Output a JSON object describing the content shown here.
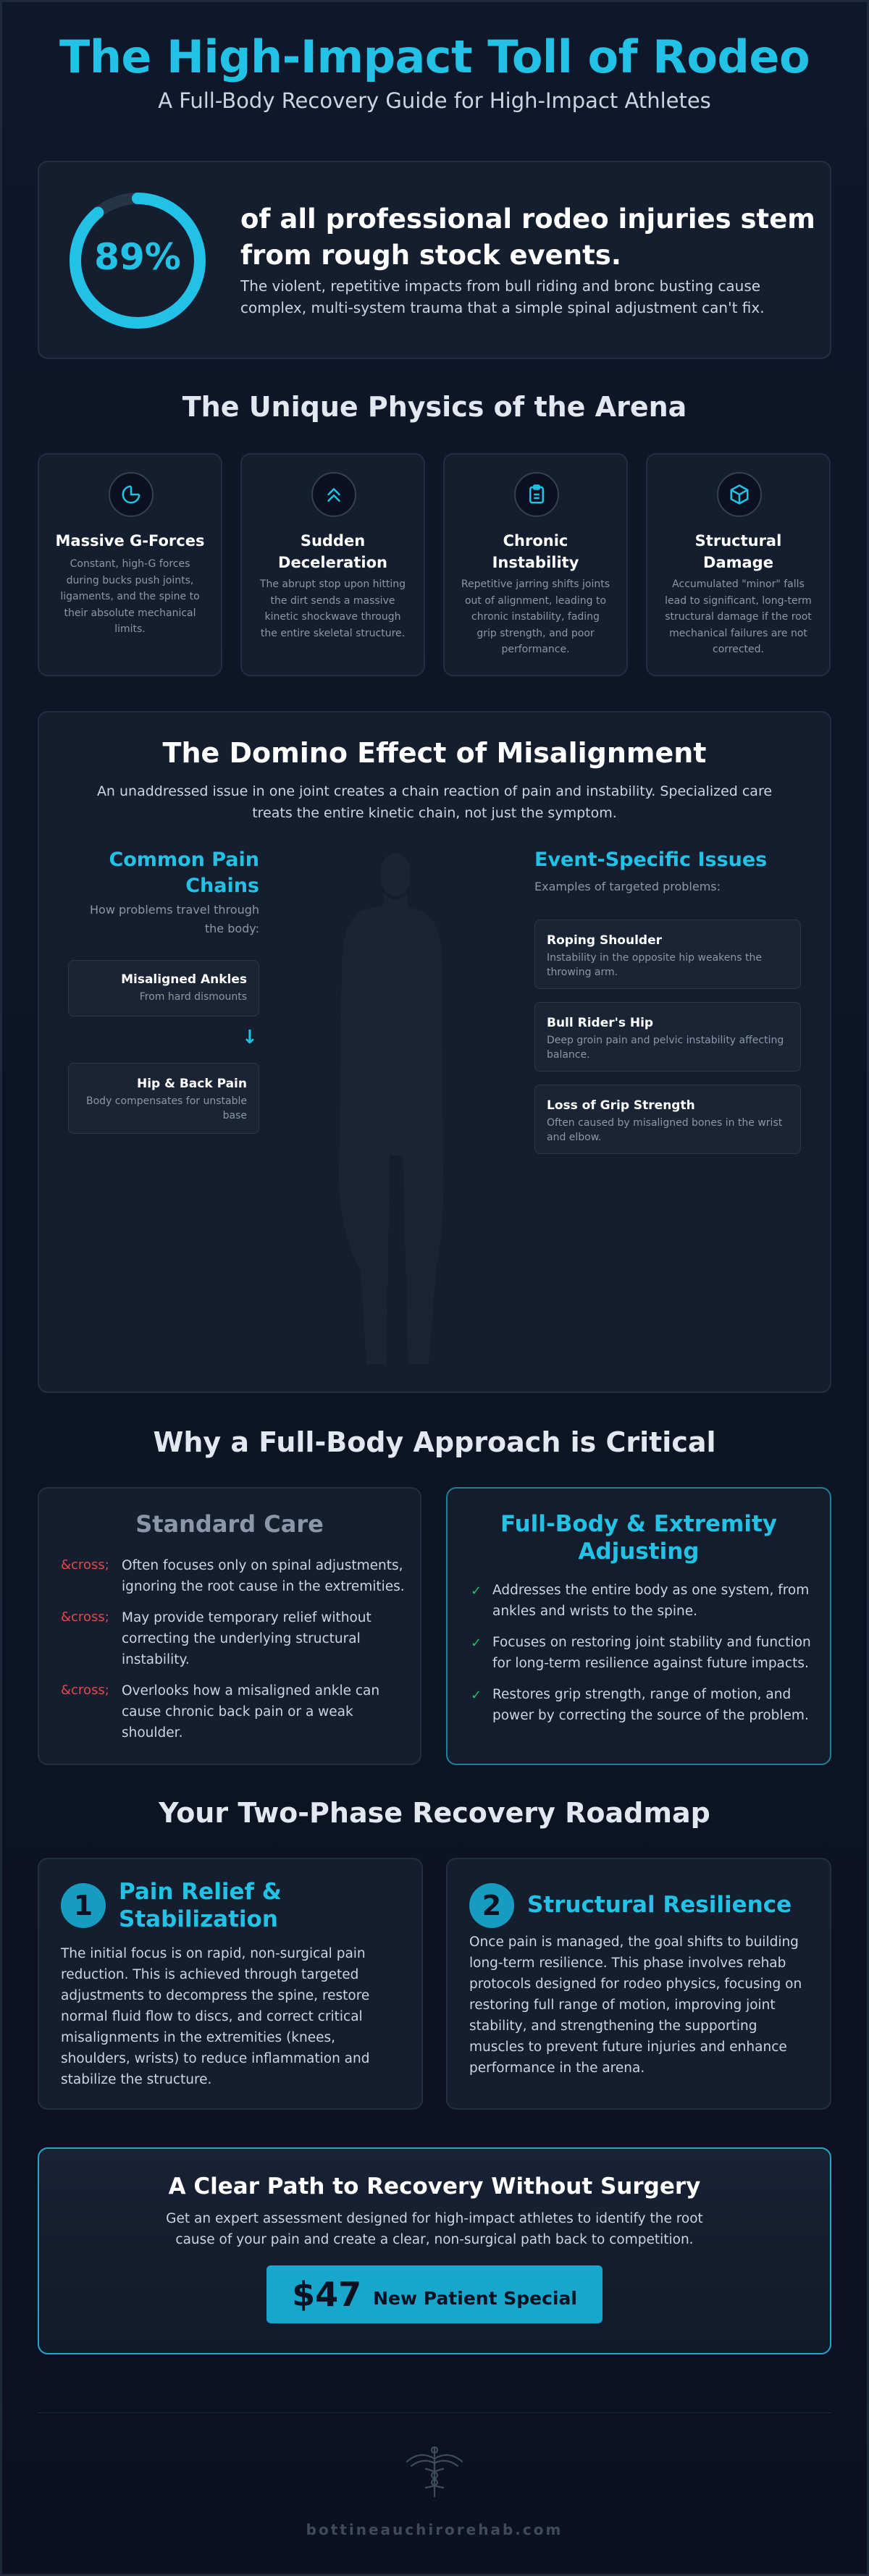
{
  "header": {
    "title": "The High-Impact Toll of Rodeo",
    "subtitle": "A Full-Body Recovery Guide for High-Impact Athletes"
  },
  "stat": {
    "value": "89%",
    "percent": 89,
    "headline_1": "of all professional rodeo injuries stem",
    "headline_2": "from rough stock events.",
    "body_1": "The violent, repetitive impacts from bull riding and bronc busting cause",
    "body_2": "complex, multi-system trauma that a simple spinal adjustment can't fix."
  },
  "physics": {
    "title": "The Unique Physics of the Arena",
    "cards": [
      {
        "icon": "pie-chart-icon",
        "title_1": "Massive G-Forces",
        "title_2": "",
        "lines": [
          "Constant, high-G forces",
          "during bucks push joints,",
          "ligaments, and the spine to",
          "their absolute mechanical",
          "limits."
        ]
      },
      {
        "icon": "double-chevron-up-icon",
        "title_1": "Sudden",
        "title_2": "Deceleration",
        "lines": [
          "The abrupt stop upon hitting",
          "the dirt sends a massive",
          "kinetic shockwave through",
          "the entire skeletal structure."
        ]
      },
      {
        "icon": "clipboard-icon",
        "title_1": "Chronic",
        "title_2": "Instability",
        "lines": [
          "Repetitive jarring shifts joints",
          "out of alignment, leading to",
          "chronic instability, fading",
          "grip strength, and poor",
          "performance."
        ]
      },
      {
        "icon": "cube-icon",
        "title_1": "Structural",
        "title_2": "Damage",
        "lines": [
          "Accumulated \"minor\" falls",
          "lead to significant, long-term",
          "structural damage if the root",
          "mechanical failures are not",
          "corrected."
        ]
      }
    ]
  },
  "domino": {
    "title": "The Domino Effect of Misalignment",
    "intro_1": "An unaddressed issue in one joint creates a chain reaction of pain and instability. Specialized care",
    "intro_2": "treats the entire kinetic chain, not just the symptom.",
    "left": {
      "title_1": "Common Pain",
      "title_2": "Chains",
      "sub_1": "How problems travel through",
      "sub_2": "the body:",
      "arrow": "↓",
      "items": [
        {
          "title": "Misaligned Ankles",
          "line_1": "From hard dismounts",
          "line_2": ""
        },
        {
          "title": "Hip & Back Pain",
          "line_1": "Body compensates for unstable",
          "line_2": "base"
        }
      ]
    },
    "right": {
      "title": "Event-Specific Issues",
      "sub": "Examples of targeted problems:",
      "items": [
        {
          "title": "Roping Shoulder",
          "line_1": "Instability in the opposite hip weakens the",
          "line_2": "throwing arm."
        },
        {
          "title": "Bull Rider's Hip",
          "line_1": "Deep groin pain and pelvic instability affecting",
          "line_2": "balance."
        },
        {
          "title": "Loss of Grip Strength",
          "line_1": "Often caused by misaligned bones in the wrist",
          "line_2": "and elbow."
        }
      ]
    }
  },
  "approach": {
    "title": "Why a Full-Body Approach is Critical",
    "standard": {
      "title": "Standard Care",
      "marker": "&cross;",
      "items": [
        [
          "Often focuses only on spinal adjustments,",
          "ignoring the root cause in the extremities."
        ],
        [
          "May provide temporary relief without",
          "correcting the underlying structural",
          "instability."
        ],
        [
          "Overlooks how a misaligned ankle can",
          "cause chronic back pain or a weak",
          "shoulder."
        ]
      ]
    },
    "full": {
      "title_1": "Full-Body & Extremity",
      "title_2": "Adjusting",
      "marker": "✓",
      "items": [
        [
          "Addresses the entire body as one system, from",
          "ankles and wrists to the spine."
        ],
        [
          "Focuses on restoring joint stability and function",
          "for long-term resilience against future impacts."
        ],
        [
          "Restores grip strength, range of motion, and",
          "power by correcting the source of the problem."
        ]
      ]
    }
  },
  "roadmap": {
    "title": "Your Two-Phase Recovery Roadmap",
    "phases": [
      {
        "num": "1",
        "title_1": "Pain Relief &",
        "title_2": "Stabilization",
        "lines": [
          "The initial focus is on rapid, non-surgical pain",
          "reduction. This is achieved through targeted",
          "adjustments to decompress the spine, restore",
          "normal fluid flow to discs, and correct critical",
          "misalignments in the extremities (knees,",
          "shoulders, wrists) to reduce inflammation and",
          "stabilize the structure."
        ]
      },
      {
        "num": "2",
        "title_1": "Structural Resilience",
        "title_2": "",
        "lines": [
          "Once pain is managed, the goal shifts to building",
          "long-term resilience. This phase involves rehab",
          "protocols designed for rodeo physics, focusing on",
          "restoring full range of motion, improving joint",
          "stability, and strengthening the supporting",
          "muscles to prevent future injuries and enhance",
          "performance in the arena."
        ]
      }
    ]
  },
  "cta": {
    "title": "A Clear Path to Recovery Without Surgery",
    "body_1": "Get an expert assessment designed for high-impact athletes to identify the root",
    "body_2": "cause of your pain and create a clear, non-surgical path back to competition.",
    "price": "$47",
    "offer": "New Patient Special"
  },
  "footer": {
    "icon": "caduceus-icon",
    "domain": "bottineauchirorehab.com"
  },
  "colors": {
    "accent": "#22c1e6",
    "background": "#0b1120",
    "card": "#151e2e",
    "cross": "#e04a4a",
    "check": "#22c55e"
  }
}
